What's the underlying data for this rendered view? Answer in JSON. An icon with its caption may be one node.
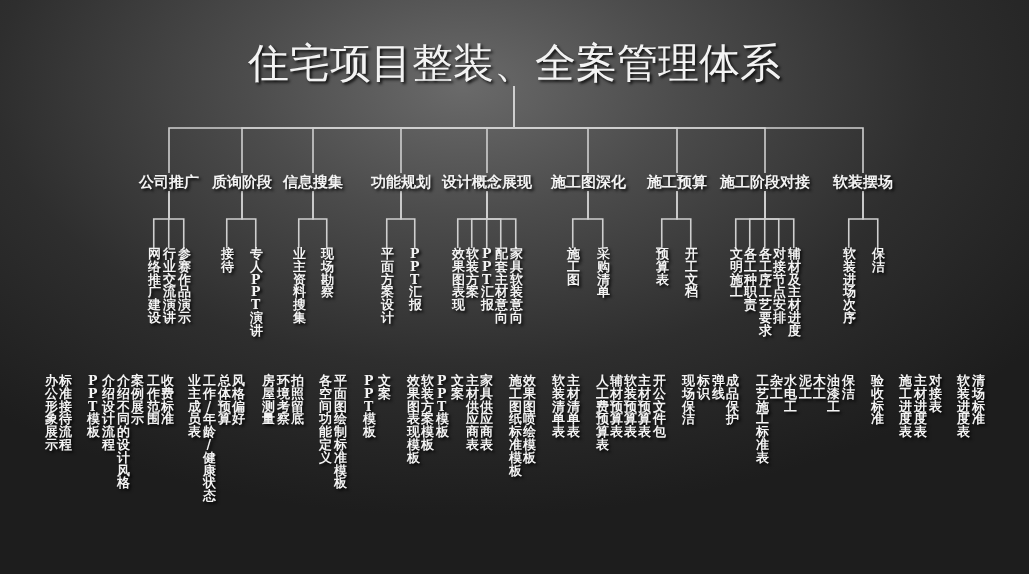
{
  "diagram": {
    "nodes": [
      {
        "text": [
          "住宅项目整装、全案管理体系"
        ]
      },
      {
        "text": [
          "公司推广"
        ]
      },
      {
        "text": [
          "质询阶段"
        ]
      },
      {
        "text": [
          "信息搜集"
        ]
      },
      {
        "text": [
          "功能规划"
        ]
      },
      {
        "text": [
          "设计概念展现"
        ]
      },
      {
        "text": [
          "施工图深化"
        ]
      },
      {
        "text": [
          "施工预算"
        ]
      },
      {
        "text": [
          "施工阶段对接"
        ]
      },
      {
        "text": [
          "软装摆场"
        ]
      },
      {
        "text": [
          "网络推广建设"
        ]
      },
      {
        "text": [
          "行业交流演讲"
        ]
      },
      {
        "text": [
          "参赛作品演示"
        ]
      },
      {
        "text": [
          "接待"
        ]
      },
      {
        "text": [
          "专人PPT演讲"
        ]
      },
      {
        "text": [
          "业主资料搜集"
        ]
      },
      {
        "text": [
          "现场勘察"
        ]
      },
      {
        "text": [
          "平面方案设计"
        ]
      },
      {
        "text": [
          "PPT汇报"
        ]
      },
      {
        "text": [
          "效果图表现"
        ]
      },
      {
        "text": [
          "软装方案"
        ]
      },
      {
        "text": [
          "PPT汇报"
        ]
      },
      {
        "text": [
          "配套主材意向"
        ]
      },
      {
        "text": [
          "家具软装意向"
        ]
      },
      {
        "text": [
          "施工图"
        ]
      },
      {
        "text": [
          "采购清单"
        ]
      },
      {
        "text": [
          "预算表"
        ]
      },
      {
        "text": [
          "开工文档"
        ]
      },
      {
        "text": [
          "文明施工"
        ]
      },
      {
        "text": [
          "各工种职责"
        ]
      },
      {
        "text": [
          "各工序工艺要求"
        ]
      },
      {
        "text": [
          "对接节点安排"
        ]
      },
      {
        "text": [
          "辅材及主材进度"
        ]
      },
      {
        "text": [
          "软装进场次序"
        ]
      },
      {
        "text": [
          "保洁"
        ]
      }
    ],
    "edges": [
      {
        "from": 0,
        "to": 1,
        "arrow": "none"
      },
      {
        "from": 0,
        "to": 2,
        "arrow": "none"
      },
      {
        "from": 0,
        "to": 3,
        "arrow": "none"
      },
      {
        "from": 0,
        "to": 4,
        "arrow": "none"
      },
      {
        "from": 0,
        "to": 5,
        "arrow": "none"
      },
      {
        "from": 0,
        "to": 6,
        "arrow": "none"
      },
      {
        "from": 0,
        "to": 7,
        "arrow": "none"
      },
      {
        "from": 0,
        "to": 8,
        "arrow": "none"
      },
      {
        "from": 0,
        "to": 9,
        "arrow": "none"
      },
      {
        "from": 1,
        "to": 10,
        "arrow": "none"
      },
      {
        "from": 1,
        "to": 11,
        "arrow": "none"
      },
      {
        "from": 1,
        "to": 12,
        "arrow": "none"
      },
      {
        "from": 2,
        "to": 13,
        "arrow": "none"
      },
      {
        "from": 2,
        "to": 14,
        "arrow": "none"
      },
      {
        "from": 3,
        "to": 15,
        "arrow": "none"
      },
      {
        "from": 3,
        "to": 16,
        "arrow": "none"
      },
      {
        "from": 4,
        "to": 17,
        "arrow": "none"
      },
      {
        "from": 4,
        "to": 18,
        "arrow": "none"
      },
      {
        "from": 5,
        "to": 19,
        "arrow": "none"
      },
      {
        "from": 5,
        "to": 20,
        "arrow": "none"
      },
      {
        "from": 5,
        "to": 21,
        "arrow": "none"
      },
      {
        "from": 5,
        "to": 22,
        "arrow": "none"
      },
      {
        "from": 5,
        "to": 23,
        "arrow": "none"
      },
      {
        "from": 6,
        "to": 24,
        "arrow": "none"
      },
      {
        "from": 6,
        "to": 25,
        "arrow": "none"
      },
      {
        "from": 7,
        "to": 26,
        "arrow": "none"
      },
      {
        "from": 7,
        "to": 27,
        "arrow": "none"
      },
      {
        "from": 8,
        "to": 28,
        "arrow": "none"
      },
      {
        "from": 8,
        "to": 29,
        "arrow": "none"
      },
      {
        "from": 8,
        "to": 30,
        "arrow": "none"
      },
      {
        "from": 8,
        "to": 31,
        "arrow": "none"
      },
      {
        "from": 8,
        "to": 32,
        "arrow": "none"
      },
      {
        "from": 9,
        "to": 33,
        "arrow": "none"
      },
      {
        "from": 9,
        "to": 34,
        "arrow": "none"
      }
    ],
    "labels": [
      "办公形象展示",
      "标准接待流程",
      "PPT模板",
      "介绍设计流程",
      "介绍不同的设计风格",
      "案例展示",
      "工作范围",
      "收费标准",
      "业主成员表",
      "工作/年龄/健康状态",
      "总体预算",
      "风格偏好",
      "房屋测量",
      "环境考察",
      "拍照留底",
      "各空间功能定义",
      "平面图绘制标准模板",
      "PPT模板",
      "文案",
      "效果图表现模板",
      "软装方案模板",
      "PPT模板",
      "文案",
      "主材供应商表",
      "家具供应商表",
      "施工图纸标准模板",
      "效果图喷绘模板",
      "软装清单表",
      "主材清单表",
      "人工费预算表",
      "辅材预算表",
      "软装预算表",
      "主材预算表",
      "开公文件包",
      "现场保洁",
      "标识",
      "弹线",
      "成品保护",
      "工艺施工标准表",
      "杂工",
      "水电工",
      "泥工",
      "木工",
      "油漆工",
      "保洁",
      "验收标准",
      "施工进度表",
      "主材进度表",
      "对接表",
      "软装进度表",
      "清场标准"
    ]
  }
}
